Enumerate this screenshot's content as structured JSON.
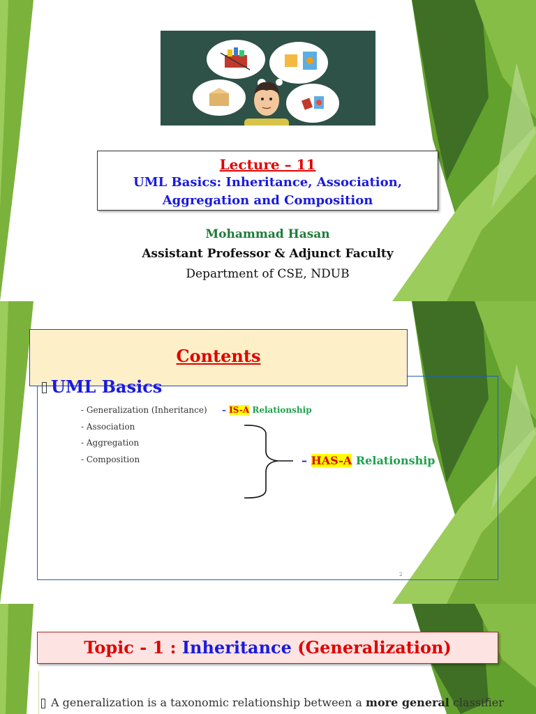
{
  "slide1": {
    "lecture_label": "Lecture – 11",
    "subtitle_line1": "UML Basics: Inheritance, Association,",
    "subtitle_line2": "Aggregation and Composition",
    "author": "Mohammad Hasan",
    "position": "Assistant Professor & Adjunct Faculty",
    "department": "Department of CSE, NDUB",
    "illustration_icons": [
      "basket-icon",
      "box-icon",
      "person-icon",
      "thought-bubble-icon",
      "product-pack-icon"
    ]
  },
  "slide2": {
    "heading": "Contents",
    "section": "UML Basics",
    "items": [
      "- Generalization (Inheritance)",
      "- Association",
      "- Aggregation",
      "- Composition"
    ],
    "isa": {
      "prefix": "– ",
      "tag": "IS-A",
      "rest": " Relationship"
    },
    "hasa": {
      "prefix": "– ",
      "tag": "HAS-A",
      "rest": " Relationship"
    },
    "page_number": "2"
  },
  "slide3": {
    "title_prefix": "Topic - 1 : ",
    "title_main": "Inheritance",
    "title_suffix": " (Generalization)",
    "body_start": "A generalization is a taxonomic relationship between a ",
    "body_bold": "more general",
    "body_end": " classifier"
  },
  "colors": {
    "green_dark": "#3f6f24",
    "green_mid": "#63a12e",
    "green_light": "#9ccc5b",
    "title_red": "#e00000",
    "title_blue": "#1a1adf"
  }
}
